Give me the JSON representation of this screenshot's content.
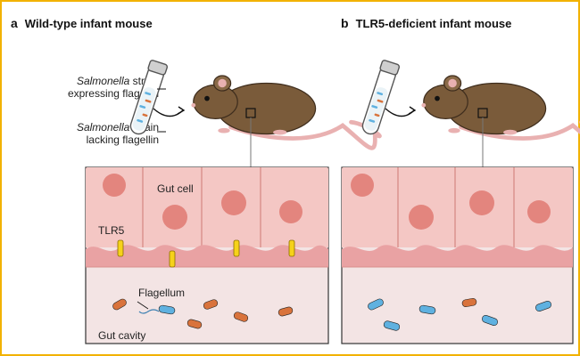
{
  "panels": [
    {
      "letter": "a",
      "title": "Wild-type infant mouse"
    },
    {
      "letter": "b",
      "title": "TLR5-deficient infant mouse"
    }
  ],
  "labels": {
    "strain_expressing_italic": "Salmonella",
    "strain_expressing_rest": " strain",
    "strain_expressing_line2": "expressing flagellin",
    "strain_lacking_italic": "Salmonella",
    "strain_lacking_rest": " strain",
    "strain_lacking_line2": "lacking flagellin",
    "gut_cell": "Gut cell",
    "tlr5": "TLR5",
    "flagellum": "Flagellum",
    "gut_cavity": "Gut cavity"
  },
  "colors": {
    "border": "#f2b200",
    "cell_fill": "#f4c7c4",
    "nucleus": "#e3857e",
    "villi": "#e9a2a3",
    "cavity": "#f3e4e4",
    "receptor": "#f6d21a",
    "bacteria_with_flagellin": "#5fb1e0",
    "bacteria_without_flagellin": "#d9733c",
    "mouse": "#7a5b3a"
  }
}
